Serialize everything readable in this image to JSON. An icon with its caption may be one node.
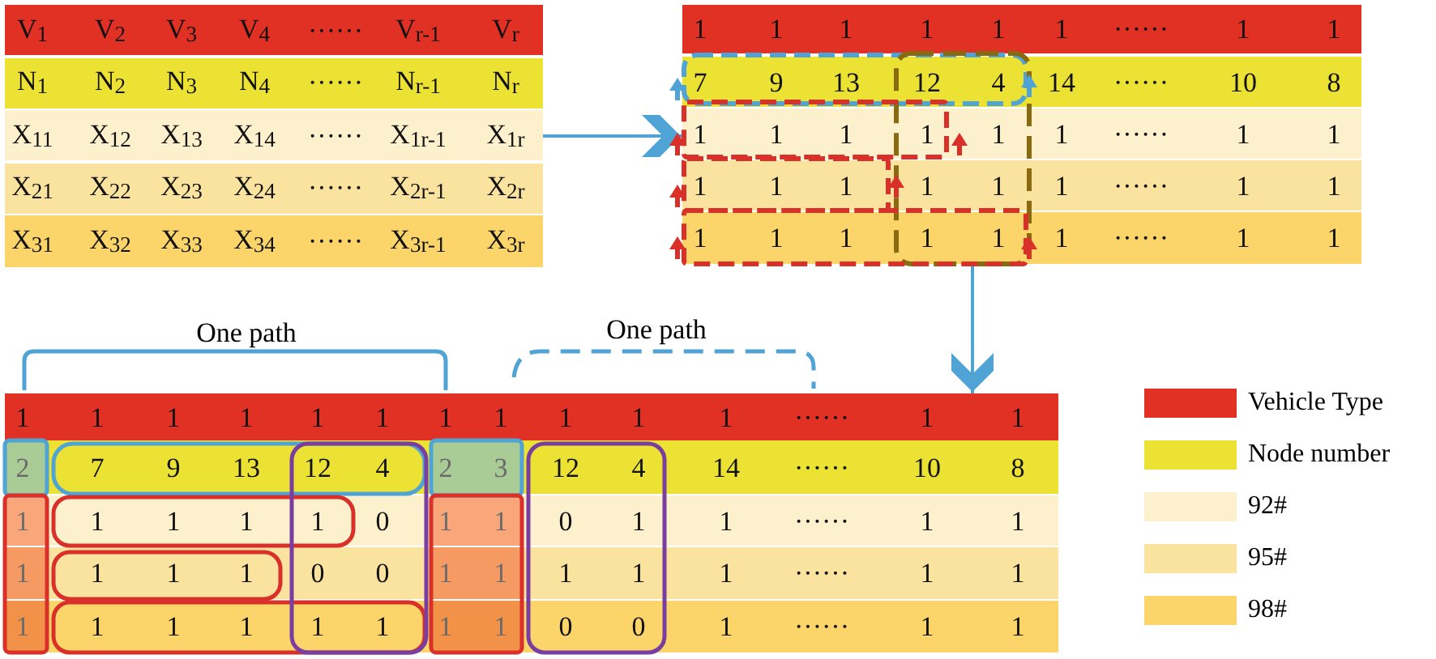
{
  "diagram": {
    "nodes": [
      {
        "text": [
          "V$_{1}$",
          "V$_{2}$",
          "V$_{3}$",
          "V$_{4}$",
          "······",
          "V$_{r-1}$",
          "V$_{r}$",
          "N$_{1}$",
          "N$_{2}$",
          "N$_{3}$",
          "N$_{4}$",
          "······",
          "N$_{r-1}$",
          "N$_{r}$",
          "X$_{11}$",
          "X$_{12}$",
          "X$_{13}$",
          "X$_{14}$",
          "······",
          "X$_{1r-1}$",
          "X$_{1r}$",
          "X$_{21}$",
          "X$_{22}$",
          "X$_{23}$",
          "X$_{24}$",
          "······",
          "X$_{2r-1}$",
          "X$_{2r}$",
          "X$_{31}$",
          "X$_{32}$",
          "X$_{33}$",
          "X$_{34}$",
          "······",
          "X$_{3r-1}$",
          "X$_{3r}$"
        ]
      },
      {
        "text": [
          "1",
          "1",
          "1",
          "1",
          "1",
          "1",
          "······",
          "1",
          "1",
          "7",
          "9",
          "13",
          "12",
          "4",
          "14",
          "······",
          "10",
          "8",
          "1",
          "1",
          "1",
          "1",
          "1",
          "1",
          "······",
          "1",
          "1",
          "1",
          "1",
          "1",
          "1",
          "1",
          "1",
          "······",
          "1",
          "1",
          "1",
          "1",
          "1",
          "1",
          "1",
          "1",
          "······",
          "1",
          "1"
        ]
      },
      {
        "text": [
          "1",
          "1",
          "1",
          "1",
          "1",
          "1",
          "1",
          "1",
          "1",
          "1",
          "1",
          "······",
          "1",
          "1",
          "2",
          "7",
          "9",
          "13",
          "12",
          "4",
          "2",
          "3",
          "12",
          "4",
          "14",
          "······",
          "10",
          "8",
          "1",
          "1",
          "1",
          "1",
          "1",
          "0",
          "1",
          "1",
          "0",
          "1",
          "1",
          "······",
          "1",
          "1",
          "1",
          "1",
          "1",
          "1",
          "0",
          "0",
          "1",
          "1",
          "1",
          "1",
          "1",
          "······",
          "1",
          "1",
          "1",
          "1",
          "1",
          "1",
          "1",
          "1",
          "1",
          "1",
          "0",
          "0",
          "1",
          "······",
          "1",
          "1"
        ]
      }
    ],
    "edges": [
      {
        "from": 0,
        "to": 1,
        "arrow": "to"
      },
      {
        "from": 1,
        "to": 2,
        "arrow": "to"
      }
    ],
    "labels": [
      "One path",
      "One path"
    ],
    "legend": [
      {
        "text": "Vehicle Type",
        "color": "#e03124"
      },
      {
        "text": "Node number",
        "color": "#ebe233"
      },
      {
        "text": "92#",
        "color": "#fdf0cd"
      },
      {
        "text": "95#",
        "color": "#fae29f"
      },
      {
        "text": "98#",
        "color": "#fbd56a"
      }
    ]
  }
}
